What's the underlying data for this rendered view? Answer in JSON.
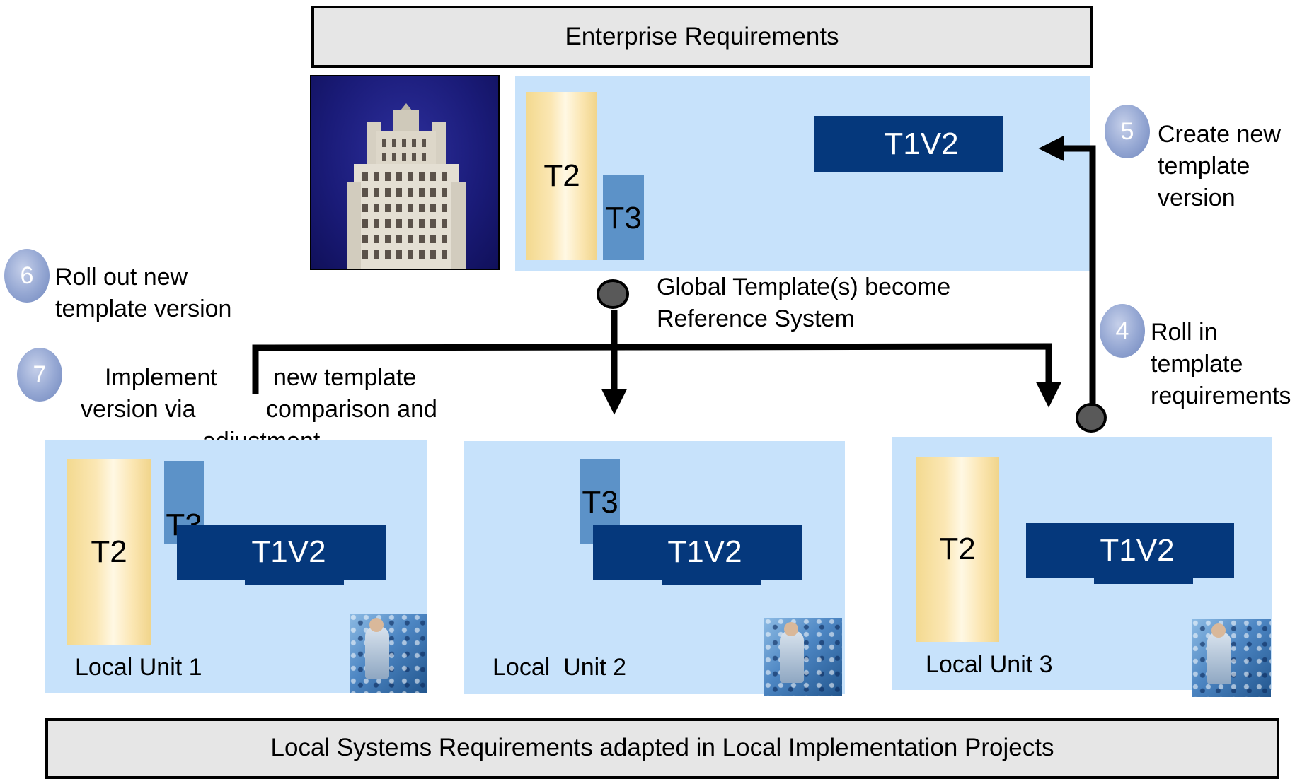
{
  "banners": {
    "top": "Enterprise Requirements",
    "bottom": "Local Systems Requirements adapted in Local Implementation Projects"
  },
  "global": {
    "t2": "T2",
    "t3": "T3",
    "t1": "T1V2",
    "caption": [
      "Global Template(s) become",
      "Reference System"
    ]
  },
  "steps": {
    "s5": {
      "number": "5",
      "lines": [
        "Create new",
        "template",
        "version"
      ]
    },
    "s6": {
      "number": "6",
      "lines": [
        "Roll out new",
        "template version"
      ]
    },
    "s4": {
      "number": "4",
      "lines": [
        "Roll in",
        "template",
        "requirements"
      ]
    },
    "s7": {
      "number": "7",
      "lines": [
        "Implement",
        "version via",
        "new template",
        "comparison and",
        "adjustment"
      ]
    }
  },
  "units": [
    {
      "name": "Local Unit 1",
      "t2": "T2",
      "t3": "T3",
      "t1": "T1V2"
    },
    {
      "name": "Local  Unit 2",
      "t3": "T3",
      "t1": "T1V2"
    },
    {
      "name": "Local Unit 3",
      "t2": "T2",
      "t1": "T1V2"
    }
  ],
  "colors": {
    "panel": "#c7e2fb",
    "t1": "#05387c",
    "t3": "#5c92c8",
    "banner": "#e6e6e6"
  }
}
